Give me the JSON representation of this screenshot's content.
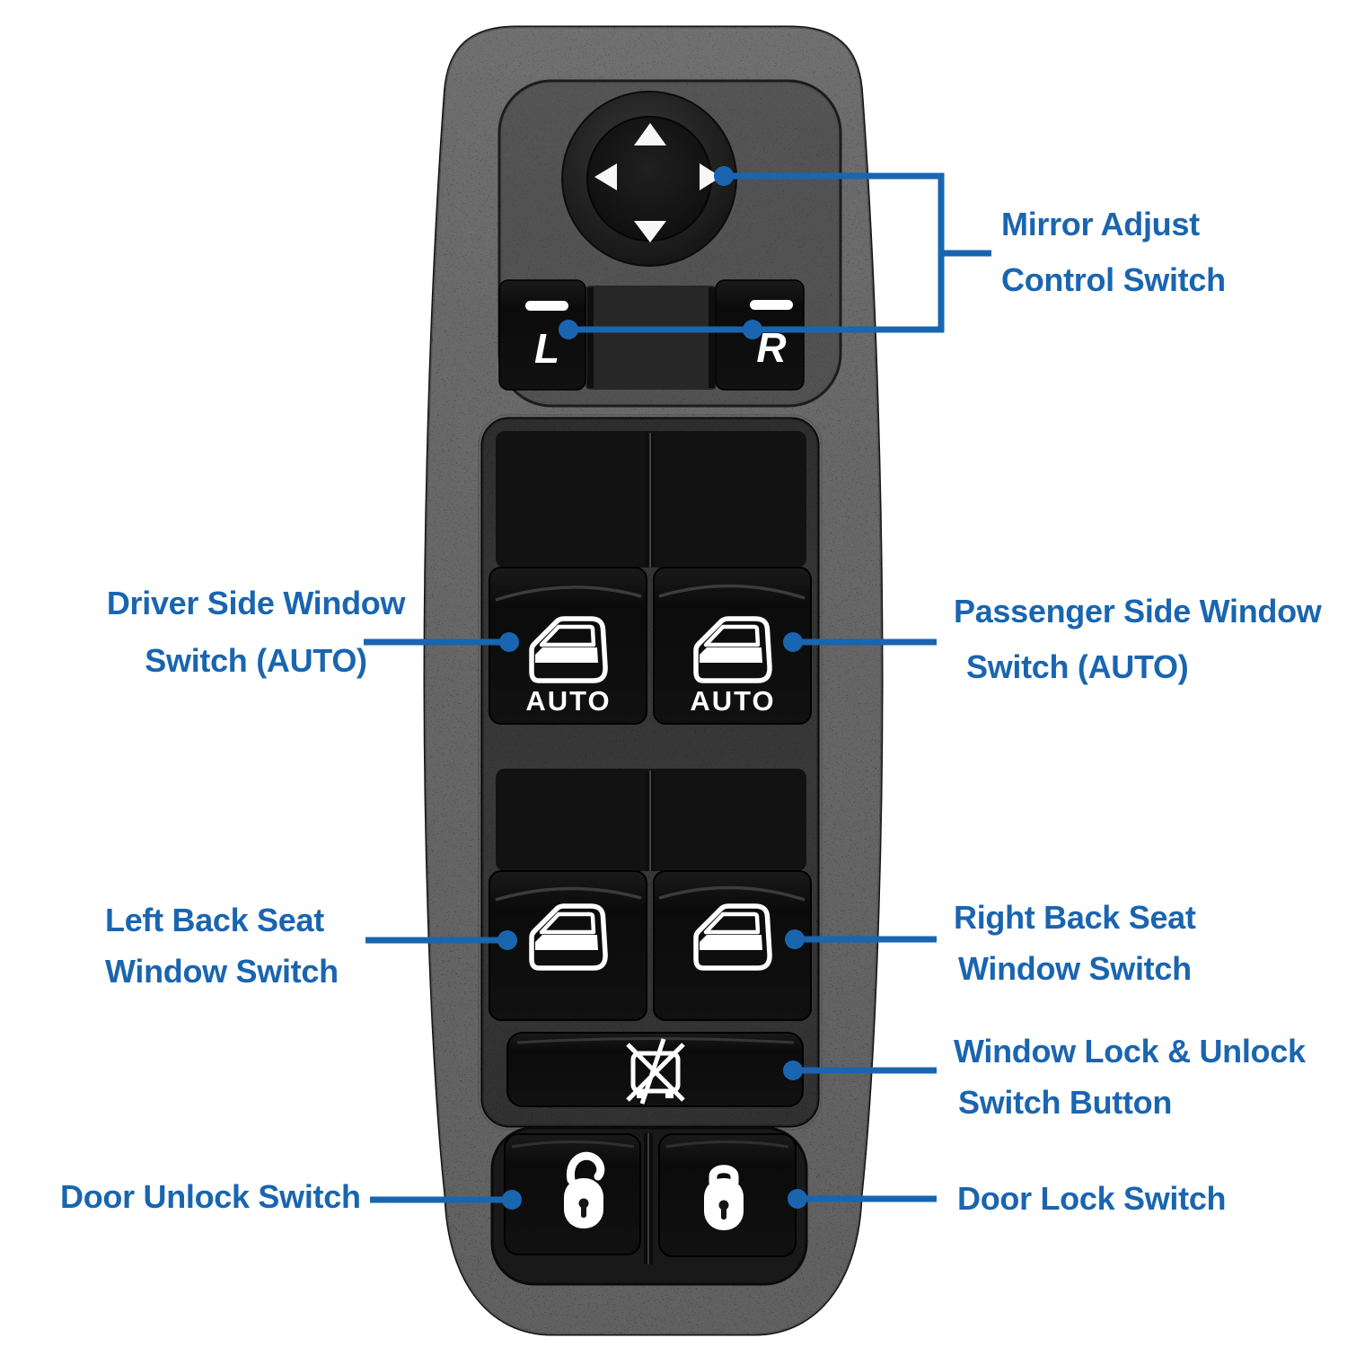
{
  "colors": {
    "annotation_blue": "#1a65b0",
    "panel_body": "#2d2d2d",
    "recess_dark": "#181818",
    "button_black": "#0e0e0e",
    "icon_white": "#ffffff",
    "background": "#ffffff"
  },
  "annotations": {
    "mirror": {
      "line1": "Mirror Adjust",
      "line2": "Control Switch"
    },
    "driver_window": {
      "line1": "Driver Side Window",
      "line2": "Switch (AUTO)"
    },
    "passenger_window": {
      "line1": "Passenger Side Window",
      "line2": "Switch (AUTO)"
    },
    "left_back": {
      "line1": "Left Back Seat",
      "line2": "Window Switch"
    },
    "right_back": {
      "line1": "Right Back Seat",
      "line2": "Window Switch"
    },
    "window_lock": {
      "line1": "Window Lock & Unlock",
      "line2": "Switch Button"
    },
    "door_unlock": {
      "line1": "Door Unlock Switch"
    },
    "door_lock": {
      "line1": "Door Lock Switch"
    }
  },
  "panel": {
    "mirror_left_button": "L",
    "mirror_right_button": "R",
    "front_switch_auto": "AUTO",
    "icons": {
      "mirror_pad": "four-direction-arrow-pad",
      "front_window_switch": "car-door-window-outline",
      "rear_window_switch": "car-door-window-outline",
      "window_lock_button": "window-crossed-out",
      "door_unlock_button": "open-padlock",
      "door_lock_button": "closed-padlock"
    }
  }
}
